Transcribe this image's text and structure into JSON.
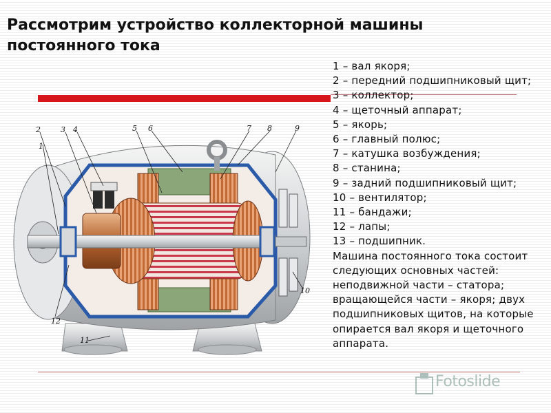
{
  "title": {
    "line1": "Рассмотрим устройство коллекторной машины",
    "line2": "постоянного тока"
  },
  "legend": [
    "1 – вал якоря;",
    "2 – передний подшипниковый щит;",
    "3 – коллектор;",
    "4 – щеточный аппарат;",
    "5 – якорь;",
    "6 – главный полюс;",
    "7 – катушка возбуждения;",
    "8 – станина;",
    "9 – задний подшипниковый щит;",
    "10 – вентилятор;",
    "11 – бандажи;",
    "12 – лапы;",
    "13 – подшипник."
  ],
  "description": "Машина постоянного тока состоит следующих основных частей: неподвижной части – статора; вращающейся части – якоря; двух подшипниковых щитов, на которые опирается вал якоря и щеточного аппарата.",
  "diagram_labels": [
    "1",
    "2",
    "3",
    "4",
    "5",
    "6",
    "7",
    "8",
    "9",
    "10",
    "11",
    "12"
  ],
  "watermark": "Fotoslide",
  "colors": {
    "accent_red": "#d6161c",
    "housing_blue": "#2a5aa8",
    "copper": "#b5632e"
  }
}
